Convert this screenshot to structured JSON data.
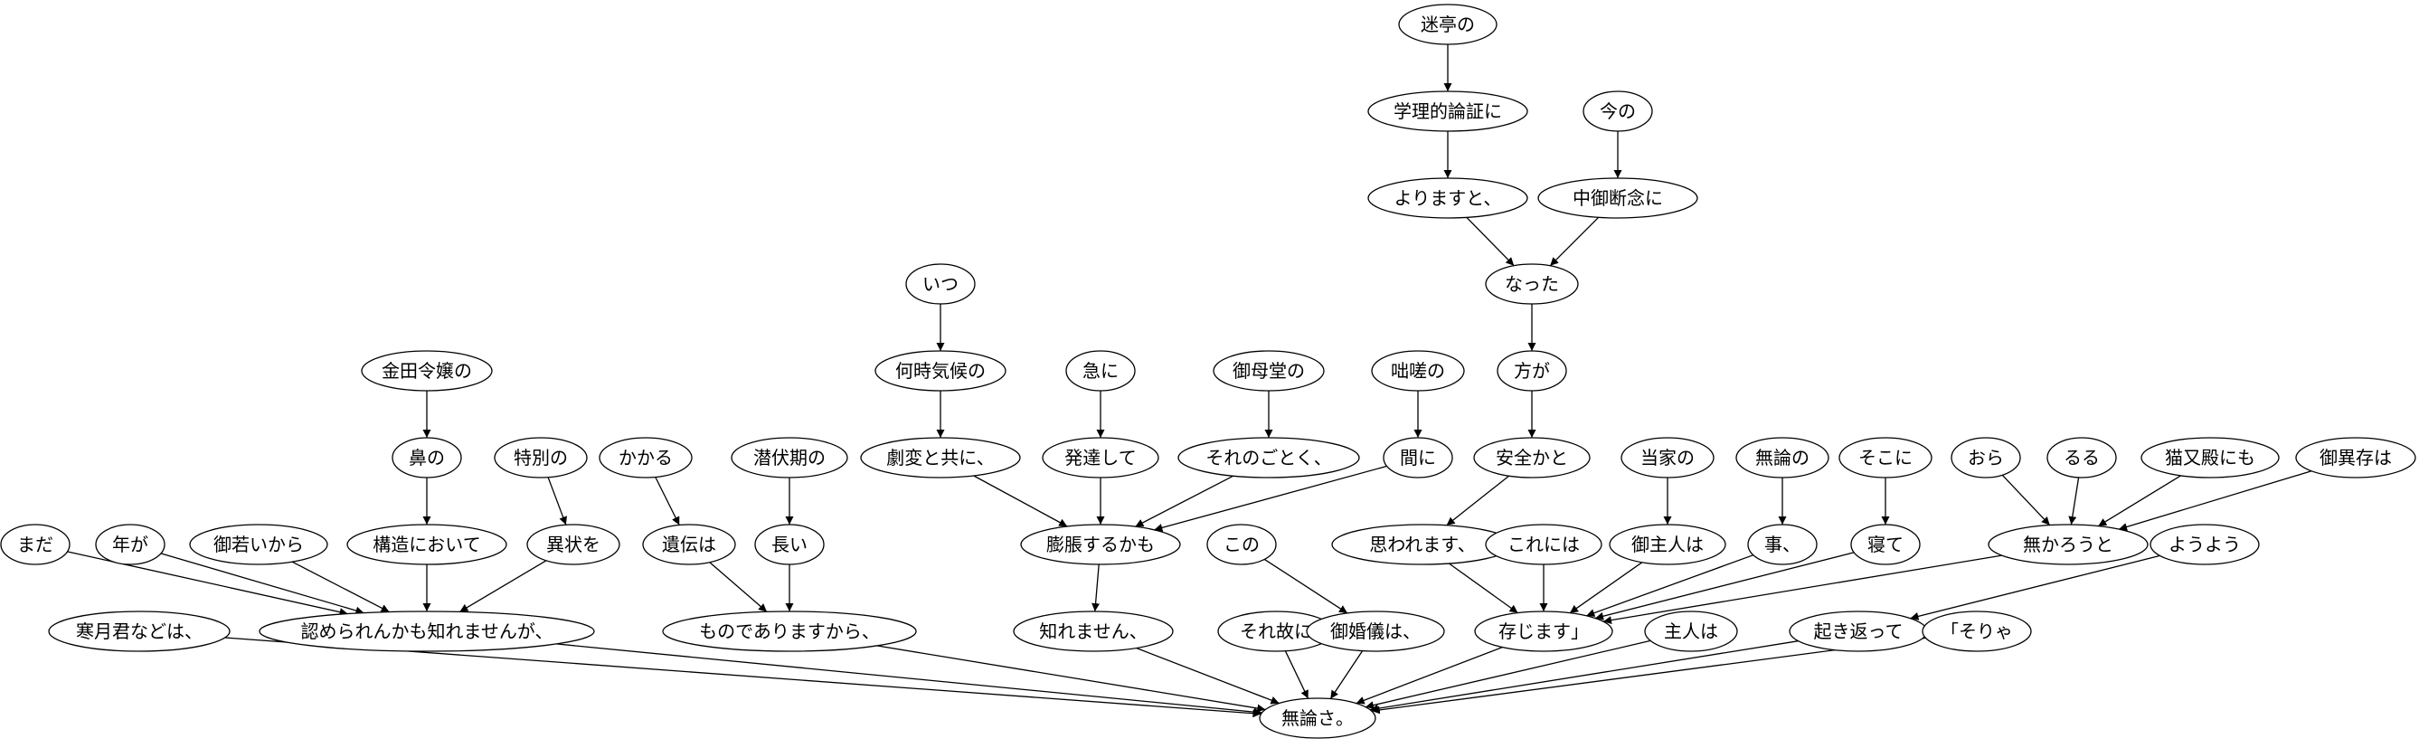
{
  "nodes": [
    {
      "id": "n1",
      "label": "迷亭の"
    },
    {
      "id": "n2",
      "label": "学理的論証に"
    },
    {
      "id": "n3",
      "label": "今の"
    },
    {
      "id": "n4",
      "label": "よりますと、"
    },
    {
      "id": "n5",
      "label": "中御断念に"
    },
    {
      "id": "n6",
      "label": "なった"
    },
    {
      "id": "n7",
      "label": "いつ"
    },
    {
      "id": "n8",
      "label": "金田令嬢の"
    },
    {
      "id": "n9",
      "label": "何時気候の"
    },
    {
      "id": "n10",
      "label": "急に"
    },
    {
      "id": "n11",
      "label": "御母堂の"
    },
    {
      "id": "n12",
      "label": "咄嗟の"
    },
    {
      "id": "n13",
      "label": "方が"
    },
    {
      "id": "n14",
      "label": "鼻の"
    },
    {
      "id": "n15",
      "label": "特別の"
    },
    {
      "id": "n16",
      "label": "かかる"
    },
    {
      "id": "n17",
      "label": "潜伏期の"
    },
    {
      "id": "n18",
      "label": "劇変と共に、"
    },
    {
      "id": "n19",
      "label": "発達して"
    },
    {
      "id": "n20",
      "label": "それのごとく、"
    },
    {
      "id": "n21",
      "label": "間に"
    },
    {
      "id": "n22",
      "label": "安全かと"
    },
    {
      "id": "n23",
      "label": "当家の"
    },
    {
      "id": "n24",
      "label": "無論の"
    },
    {
      "id": "n25",
      "label": "そこに"
    },
    {
      "id": "n26",
      "label": "おら"
    },
    {
      "id": "n27",
      "label": "るる"
    },
    {
      "id": "n28",
      "label": "猫又殿にも"
    },
    {
      "id": "n29",
      "label": "御異存は"
    },
    {
      "id": "n30",
      "label": "まだ"
    },
    {
      "id": "n31",
      "label": "年が"
    },
    {
      "id": "n32",
      "label": "御若いから"
    },
    {
      "id": "n33",
      "label": "構造において"
    },
    {
      "id": "n34",
      "label": "異状を"
    },
    {
      "id": "n35",
      "label": "遺伝は"
    },
    {
      "id": "n36",
      "label": "長い"
    },
    {
      "id": "n37",
      "label": "膨脹するかも"
    },
    {
      "id": "n38",
      "label": "この"
    },
    {
      "id": "n39",
      "label": "思われます、"
    },
    {
      "id": "n40",
      "label": "これには"
    },
    {
      "id": "n41",
      "label": "御主人は"
    },
    {
      "id": "n42",
      "label": "事、"
    },
    {
      "id": "n43",
      "label": "寝て"
    },
    {
      "id": "n44",
      "label": "無かろうと"
    },
    {
      "id": "n45",
      "label": "ようよう"
    },
    {
      "id": "n46",
      "label": "寒月君などは、"
    },
    {
      "id": "n47",
      "label": "認められんかも知れませんが、"
    },
    {
      "id": "n48",
      "label": "ものでありますから、"
    },
    {
      "id": "n49",
      "label": "知れません、"
    },
    {
      "id": "n50",
      "label": "それ故に"
    },
    {
      "id": "n51",
      "label": "御婚儀は、"
    },
    {
      "id": "n52",
      "label": "存じます」"
    },
    {
      "id": "n53",
      "label": "主人は"
    },
    {
      "id": "n54",
      "label": "起き返って"
    },
    {
      "id": "n55",
      "label": "「そりゃ"
    },
    {
      "id": "n56",
      "label": "無論さ。"
    }
  ],
  "edges": [
    [
      "n1",
      "n2"
    ],
    [
      "n2",
      "n4"
    ],
    [
      "n3",
      "n5"
    ],
    [
      "n4",
      "n6"
    ],
    [
      "n5",
      "n6"
    ],
    [
      "n6",
      "n13"
    ],
    [
      "n13",
      "n22"
    ],
    [
      "n22",
      "n39"
    ],
    [
      "n39",
      "n52"
    ],
    [
      "n7",
      "n9"
    ],
    [
      "n9",
      "n18"
    ],
    [
      "n18",
      "n37"
    ],
    [
      "n10",
      "n19"
    ],
    [
      "n19",
      "n37"
    ],
    [
      "n11",
      "n20"
    ],
    [
      "n20",
      "n37"
    ],
    [
      "n12",
      "n21"
    ],
    [
      "n21",
      "n37"
    ],
    [
      "n37",
      "n49"
    ],
    [
      "n49",
      "n56"
    ],
    [
      "n8",
      "n14"
    ],
    [
      "n14",
      "n33"
    ],
    [
      "n33",
      "n47"
    ],
    [
      "n15",
      "n34"
    ],
    [
      "n34",
      "n47"
    ],
    [
      "n30",
      "n47"
    ],
    [
      "n31",
      "n47"
    ],
    [
      "n32",
      "n47"
    ],
    [
      "n47",
      "n56"
    ],
    [
      "n16",
      "n35"
    ],
    [
      "n35",
      "n48"
    ],
    [
      "n17",
      "n36"
    ],
    [
      "n36",
      "n48"
    ],
    [
      "n48",
      "n56"
    ],
    [
      "n46",
      "n56"
    ],
    [
      "n38",
      "n51"
    ],
    [
      "n51",
      "n56"
    ],
    [
      "n50",
      "n56"
    ],
    [
      "n40",
      "n52"
    ],
    [
      "n23",
      "n41"
    ],
    [
      "n41",
      "n52"
    ],
    [
      "n24",
      "n42"
    ],
    [
      "n42",
      "n52"
    ],
    [
      "n25",
      "n43"
    ],
    [
      "n43",
      "n52"
    ],
    [
      "n26",
      "n44"
    ],
    [
      "n27",
      "n44"
    ],
    [
      "n28",
      "n44"
    ],
    [
      "n29",
      "n44"
    ],
    [
      "n44",
      "n52"
    ],
    [
      "n52",
      "n56"
    ],
    [
      "n53",
      "n56"
    ],
    [
      "n45",
      "n54"
    ],
    [
      "n54",
      "n56"
    ],
    [
      "n55",
      "n56"
    ]
  ]
}
